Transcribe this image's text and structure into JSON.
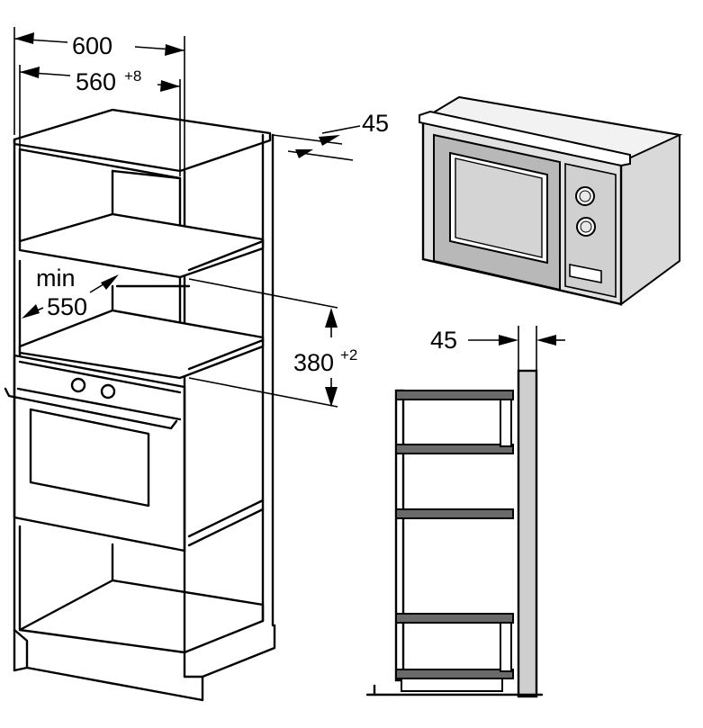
{
  "dimensions": {
    "cabinet_width": "600",
    "niche_width": "560",
    "niche_width_tolerance": "+8",
    "cabinet_depth_offset": "45",
    "niche_min_label": "min",
    "niche_min_depth": "550",
    "niche_height": "380",
    "niche_height_tolerance": "+2",
    "side_view_offset": "45"
  },
  "colors": {
    "line": "#000000",
    "microwave_body": "#e2e2e2",
    "microwave_door": "#b8b8b8",
    "wall": "#cfcfcf",
    "cabinet_side": "#6a6a6a"
  }
}
